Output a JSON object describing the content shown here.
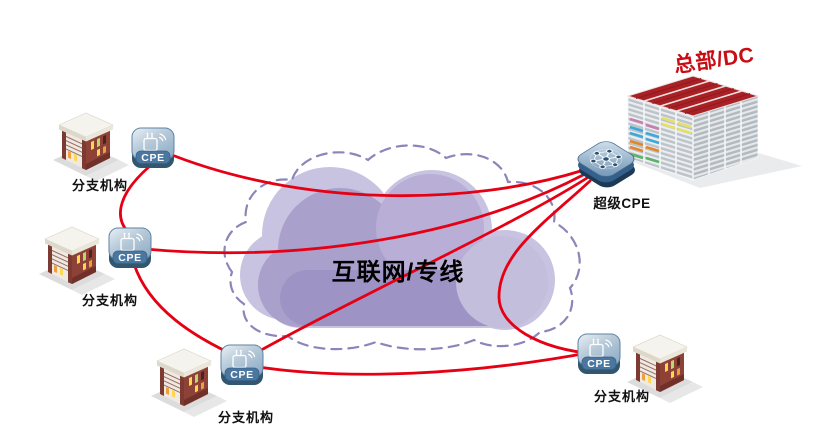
{
  "diagram": {
    "cloud_label": "互联网/专线",
    "hq_label": "总部/DC",
    "super_cpe_label": "超级CPE"
  },
  "branches": [
    {
      "label": "分支机构",
      "cpe_label": "CPE"
    },
    {
      "label": "分支机构",
      "cpe_label": "CPE"
    },
    {
      "label": "分支机构",
      "cpe_label": "CPE"
    },
    {
      "label": "分支机构",
      "cpe_label": "CPE"
    }
  ],
  "links": [
    {
      "from": "branch-1-cpe",
      "to": "super-cpe"
    },
    {
      "from": "branch-2-cpe",
      "to": "super-cpe"
    },
    {
      "from": "branch-3-cpe",
      "to": "super-cpe"
    },
    {
      "from": "branch-4-cpe",
      "to": "super-cpe"
    },
    {
      "from": "branch-1-cpe",
      "to": "branch-2-cpe"
    },
    {
      "from": "branch-2-cpe",
      "to": "branch-3-cpe"
    },
    {
      "from": "branch-3-cpe",
      "to": "branch-4-cpe"
    }
  ],
  "colors": {
    "link": "#e60014",
    "cloud_light": "#c8c3e0",
    "cloud_mid": "#aaa0cc",
    "cloud_dark": "#9e93c5",
    "cloud_dash": "#8d84ba",
    "hq_label": "#c80d15",
    "rack_top": "#a92125",
    "cpe_band": "#4b76a0",
    "label_text": "#111111"
  }
}
